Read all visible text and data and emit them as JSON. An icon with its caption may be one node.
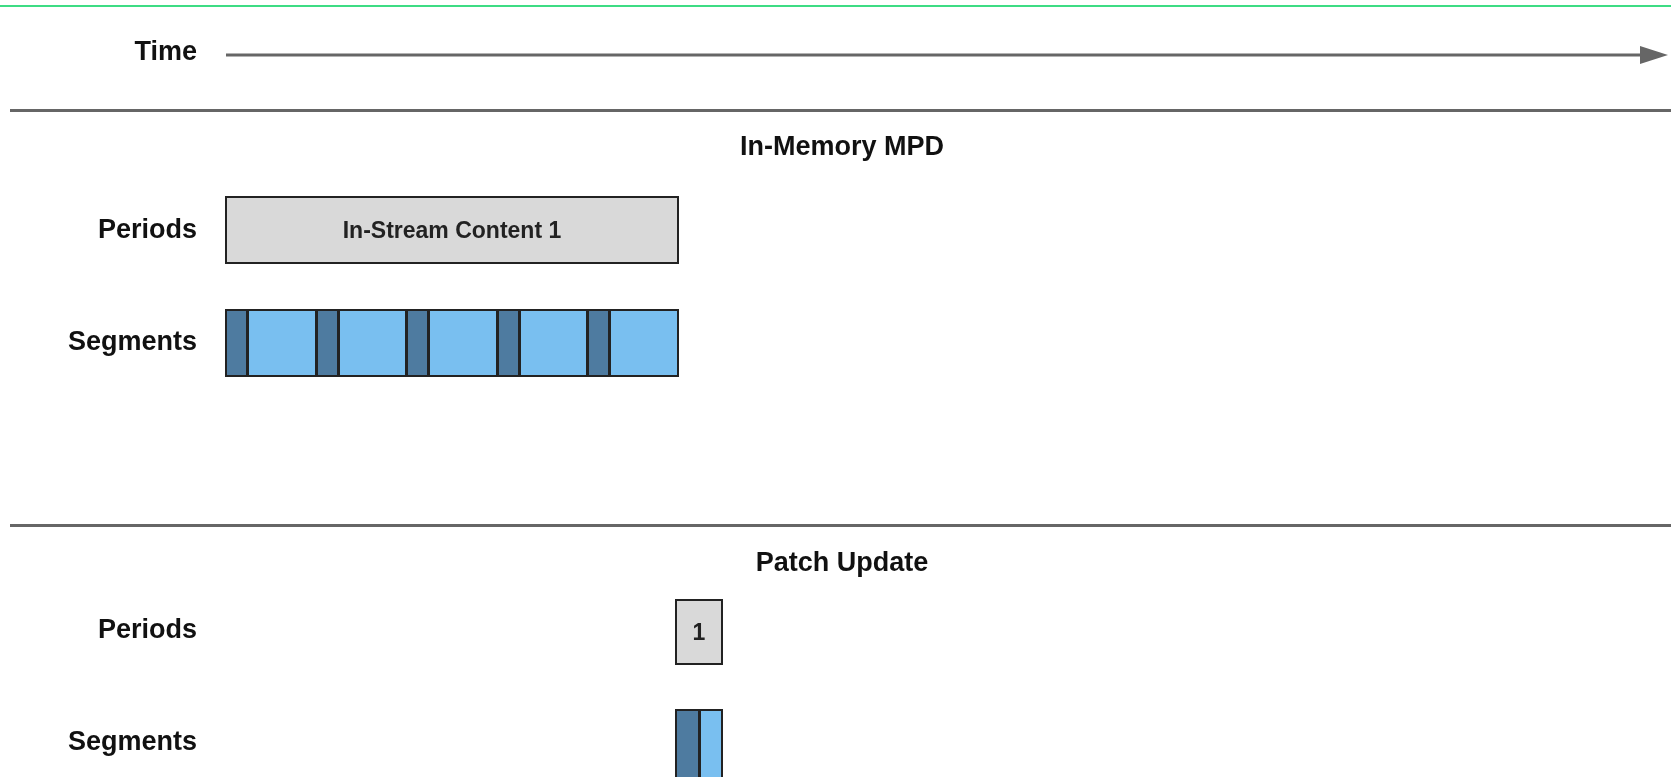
{
  "diagram": {
    "nodes": [
      {
        "text": [
          "In-Stream Content 1"
        ]
      },
      {
        "text": [],
        "shape": "bar"
      },
      {
        "text": [],
        "shape": "bar"
      },
      {
        "text": [],
        "shape": "bar"
      },
      {
        "text": [],
        "shape": "bar"
      },
      {
        "text": [],
        "shape": "bar"
      },
      {
        "text": [],
        "shape": "bar"
      },
      {
        "text": [],
        "shape": "bar"
      },
      {
        "text": [],
        "shape": "bar"
      },
      {
        "text": [],
        "shape": "bar"
      },
      {
        "text": [],
        "shape": "bar"
      },
      {
        "text": [
          "1"
        ]
      },
      {
        "text": [],
        "shape": "bar"
      },
      {
        "text": [],
        "shape": "bar"
      }
    ],
    "edges": [],
    "labels": [
      "Time",
      "In-Memory MPD",
      "Periods",
      "Segments",
      "Patch Update",
      "Periods",
      "Segments"
    ]
  }
}
